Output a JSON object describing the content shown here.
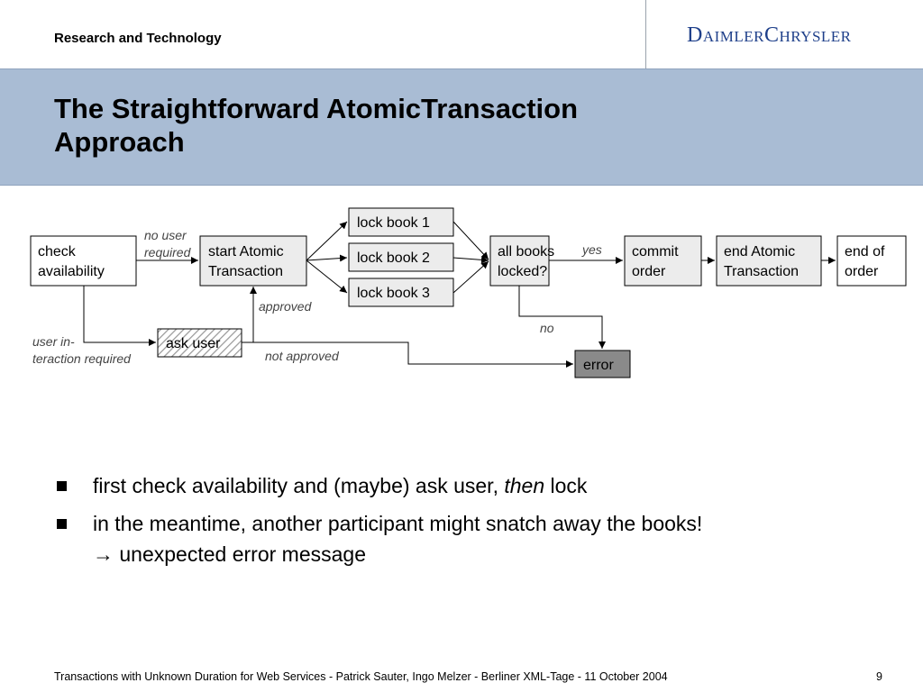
{
  "header": {
    "department": "Research and Technology",
    "logo": "DaimlerChrysler"
  },
  "slide": {
    "title_line1": "The Straightforward AtomicTransaction",
    "title_line2": "Approach"
  },
  "diagram": {
    "nodes": {
      "check": [
        "check",
        "availability"
      ],
      "start": [
        "start Atomic",
        "Transaction"
      ],
      "lock1": "lock book 1",
      "lock2": "lock book 2",
      "lock3": "lock book 3",
      "allbooks": [
        "all books",
        "locked?"
      ],
      "commit": [
        "commit",
        "order"
      ],
      "end_tx": [
        "end Atomic",
        "Transaction"
      ],
      "end_order": [
        "end of",
        "order"
      ],
      "ask_user": "ask user",
      "error": "error"
    },
    "labels": {
      "no_user": [
        "no user",
        "required"
      ],
      "user_inter": [
        "user in-",
        "teraction required"
      ],
      "approved": "approved",
      "not_approved": "not approved",
      "yes": "yes",
      "no": "no"
    }
  },
  "bullets": {
    "b1_pre": "first check availability and (maybe) ask user, ",
    "b1_em": "then",
    "b1_post": " lock",
    "b2_line1": "in the meantime, another participant might snatch away the books!",
    "b2_arrow": "→",
    "b2_line2": " unexpected error message"
  },
  "footer": {
    "text": "Transactions with Unknown Duration for Web Services - Patrick Sauter, Ingo Melzer - Berliner XML-Tage - 11 October 2004",
    "page": "9"
  }
}
